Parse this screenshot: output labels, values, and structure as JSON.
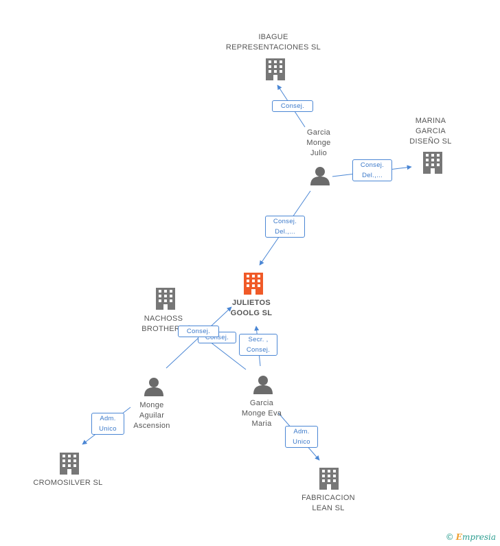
{
  "nodes": {
    "ibague": {
      "label": "IBAGUE\nREPRESENTACIONES SL",
      "kind": "company"
    },
    "marina": {
      "label": "MARINA\nGARCIA\nDISEÑO SL",
      "kind": "company"
    },
    "julio": {
      "label": "Garcia\nMonge\nJulio",
      "kind": "person"
    },
    "julietos": {
      "label": "JULIETOS\nGOOLG SL",
      "kind": "company-focus"
    },
    "nachoss": {
      "label": "NACHOSS\nBROTHERS",
      "kind": "company"
    },
    "ascension": {
      "label": "Monge\nAguilar\nAscension",
      "kind": "person"
    },
    "eva": {
      "label": "Garcia\nMonge Eva\nMaria",
      "kind": "person"
    },
    "cromosilver": {
      "label": "CROMOSILVER SL",
      "kind": "company"
    },
    "fabricacion": {
      "label": "FABRICACION\nLEAN SL",
      "kind": "company"
    }
  },
  "edges": {
    "julio_ibague": "Consej.",
    "julio_marina": "Consej.\nDel.,...",
    "julio_julietos": "Consej.\nDel.,...",
    "ascension_julietos": "Consej.",
    "eva_nachoss": "Consej.",
    "eva_julietos": "Secr. ,\nConsej.",
    "ascension_cromosilver": "Adm.\nUnico",
    "eva_fabricacion": "Adm.\nUnico"
  },
  "colors": {
    "edge": "#4a86d4",
    "company_icon": "#777777",
    "focus_icon": "#f05a28",
    "person_icon": "#6b6b6b"
  },
  "footer": {
    "copyright": "©",
    "brand_first": "E",
    "brand_rest": "mpresia"
  }
}
